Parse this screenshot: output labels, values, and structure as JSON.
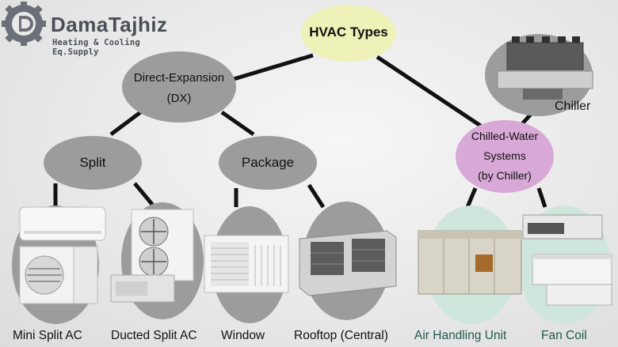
{
  "brand": {
    "name": "DamaTajhiz",
    "tagline": "Heating & Cooling Eq.Supply"
  },
  "root": "HVAC Types",
  "dx": {
    "line1": "Direct-Expansion",
    "line2": "(DX)"
  },
  "split": "Split",
  "package": "Package",
  "chilled": {
    "line1": "Chilled-Water",
    "line2": "Systems",
    "line3": "(by Chiller)"
  },
  "chiller_label": "Chiller",
  "captions": {
    "mini_split": "Mini Split AC",
    "ducted_split": "Ducted Split AC",
    "window": "Window",
    "rooftop": "Rooftop (Central)",
    "ahu": "Air Handling Unit",
    "fan_coil": "Fan Coil"
  },
  "colors": {
    "root_fill": "#eef2b8",
    "gray_node": "#9c9c9c",
    "chilled_fill": "#d8a8d6",
    "green_disc": "#cfe6dc",
    "edge": "#111111"
  }
}
